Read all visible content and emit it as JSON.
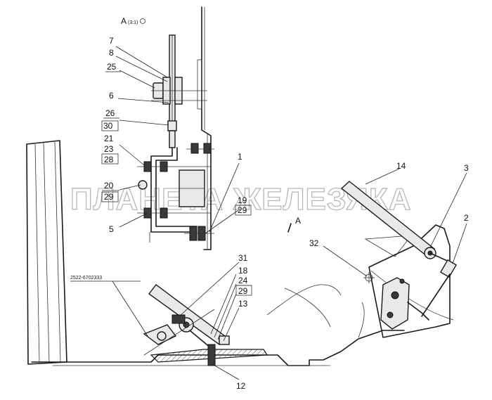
{
  "view_label": {
    "letter": "A",
    "suffix": "(3:1)"
  },
  "watermark": "ПЛАНЕТА ЖЕЛЕЗЯКА",
  "view_arrow_label": "A",
  "part_number": "2522-6702333",
  "callouts": {
    "c1": "1",
    "c2": "2",
    "c3": "3",
    "c5": "5",
    "c6": "6",
    "c7": "7",
    "c8": "8",
    "c12": "12",
    "c13": "13",
    "c14": "14",
    "c18": "18",
    "c19": "19",
    "c20": "20",
    "c21": "21",
    "c23": "23",
    "c24": "24",
    "c25": "25",
    "c26": "26",
    "c28": "28",
    "c29a": "29",
    "c29b": "29",
    "c29c": "29",
    "c30": "30",
    "c31": "31",
    "c32": "32"
  }
}
